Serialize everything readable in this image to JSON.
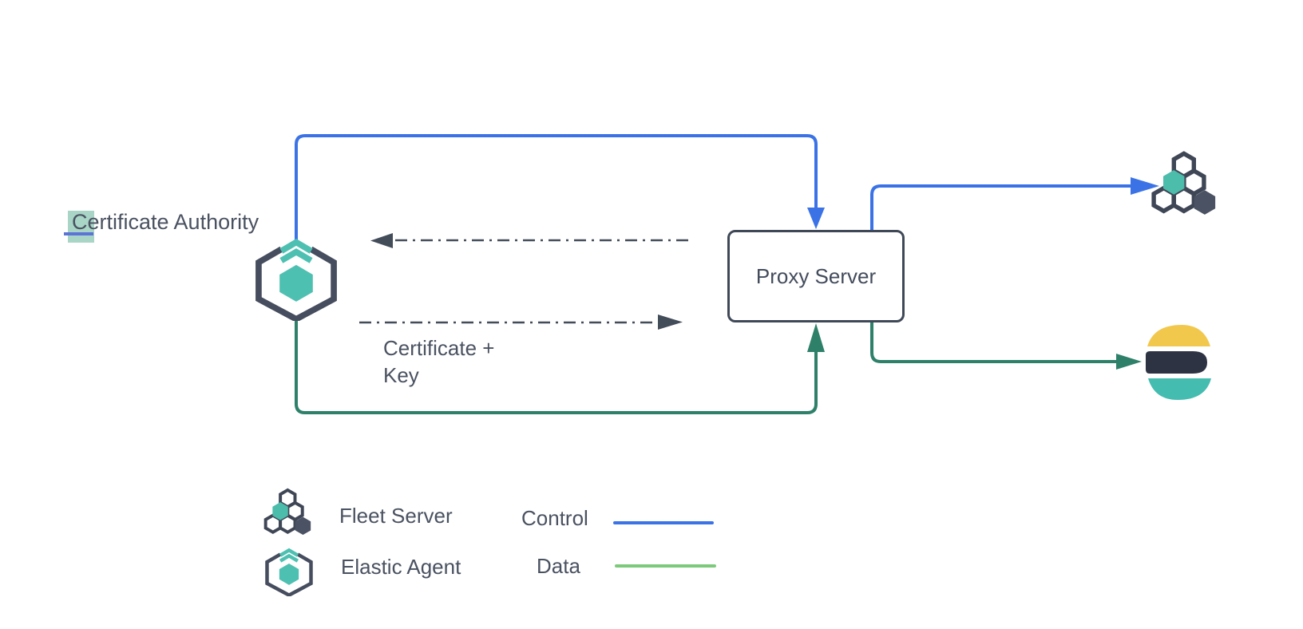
{
  "diagram": {
    "labels": {
      "certificate_authority": "Certificate Authority",
      "proxy_server": "Proxy Server",
      "certificate_key_line1": "Certificate +",
      "certificate_key_line2": "Key"
    },
    "connections": [
      {
        "name": "control-agent-to-proxy",
        "type": "control",
        "color": "#3b73e6"
      },
      {
        "name": "control-proxy-to-fleet-server",
        "type": "control",
        "color": "#3b73e6"
      },
      {
        "name": "data-agent-to-proxy",
        "type": "data",
        "color": "#2e8069"
      },
      {
        "name": "data-proxy-to-elasticsearch",
        "type": "data",
        "color": "#2e8069"
      },
      {
        "name": "certificate-key-exchange-left",
        "type": "dashed",
        "color": "#434c59"
      },
      {
        "name": "certificate-key-exchange-right",
        "type": "dashed",
        "color": "#434c59"
      }
    ]
  },
  "legend": {
    "items": [
      {
        "icon": "fleet-server-icon",
        "label": "Fleet Server"
      },
      {
        "icon": "elastic-agent-icon",
        "label": "Elastic Agent"
      }
    ],
    "lines": [
      {
        "label": "Control",
        "color": "#3b73e6"
      },
      {
        "label": "Data",
        "color": "#7dc97a"
      }
    ]
  },
  "icons": {
    "elastic_agent": "elastic-agent-icon",
    "fleet_server": "fleet-server-icon",
    "elasticsearch": "elasticsearch-icon"
  },
  "colors": {
    "control_blue": "#3b73e6",
    "data_green": "#2e8069",
    "legend_data_green": "#7dc97a",
    "dashed_arrow_gray": "#434c59",
    "text": "#4a5261",
    "node_border": "#3f4857",
    "elastic_teal": "#4ec0b1",
    "icon_dark": "#454d5e",
    "es_yellow": "#f2c84c",
    "es_dark": "#2d3343",
    "es_teal": "#45bcb0",
    "selection_highlight": "#a9d5c6",
    "selection_underline": "#5b74d6"
  }
}
